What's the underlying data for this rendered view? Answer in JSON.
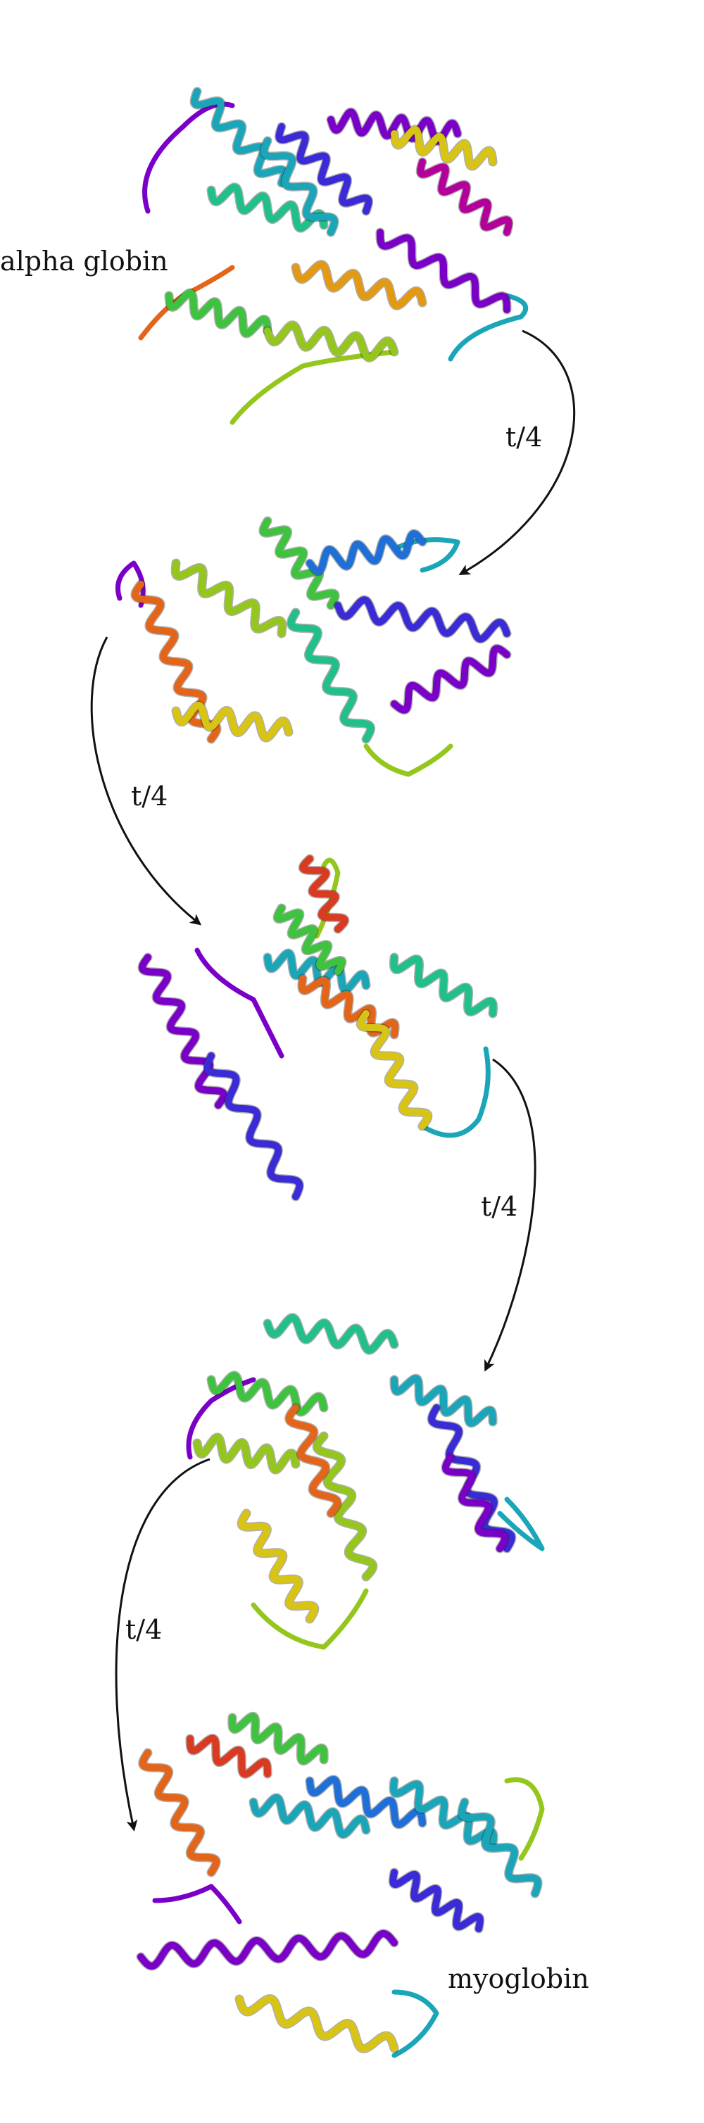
{
  "labels": {
    "start": "alpha globin",
    "end": "myoglobin",
    "steps": [
      "t/4",
      "t/4",
      "t/4",
      "t/4"
    ]
  },
  "structures": [
    {
      "name": "structure-1"
    },
    {
      "name": "structure-2"
    },
    {
      "name": "structure-3"
    },
    {
      "name": "structure-4"
    },
    {
      "name": "structure-5"
    }
  ],
  "colors": {
    "palette": [
      "#7a00c8",
      "#3a2bd6",
      "#1f6fd8",
      "#1aa6b8",
      "#21c08a",
      "#3fc23f",
      "#95c61d",
      "#d8c414",
      "#e39a12",
      "#e2651a",
      "#d93a22",
      "#b3009a"
    ],
    "arrow": "#111111"
  }
}
